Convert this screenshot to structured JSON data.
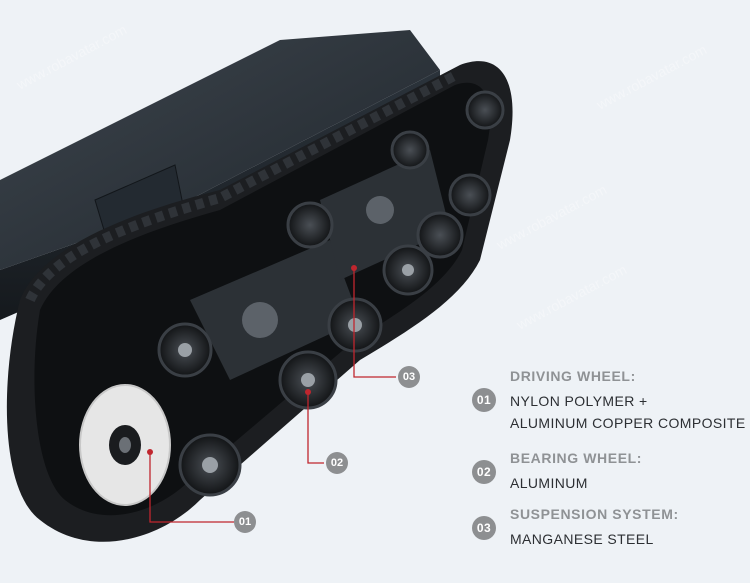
{
  "legend": [
    {
      "number": "01",
      "title": "DRIVING WHEEL:",
      "lines": [
        "NYLON POLYMER +",
        "ALUMINUM COPPER COMPOSITE"
      ]
    },
    {
      "number": "02",
      "title": "BEARING WHEEL:",
      "lines": [
        "ALUMINUM"
      ]
    },
    {
      "number": "03",
      "title": "SUSPENSION SYSTEM:",
      "lines": [
        "MANGANESE STEEL"
      ]
    }
  ],
  "callouts": [
    "01",
    "02",
    "03"
  ],
  "watermark": "www.robavatar.com",
  "colors": {
    "background": "#eef2f6",
    "badge": "#8d8f91",
    "leader_line": "#c0262e",
    "legend_title": "#8f9295",
    "legend_text": "#2c2f33",
    "chassis": "#2a3138",
    "track": "#1c1e21",
    "drive_wheel": "#e6e6e6"
  },
  "icons": [
    "driving-wheel-icon",
    "bearing-wheel-icon",
    "suspension-icon"
  ]
}
